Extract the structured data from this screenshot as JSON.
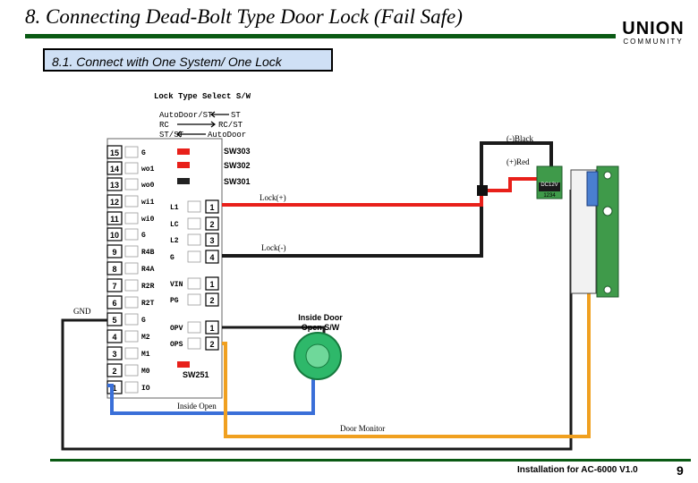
{
  "title": "8. Connecting Dead-Bolt Type Door Lock (Fail Safe)",
  "subtitle": "8.1. Connect with One System/ One Lock",
  "logo": {
    "name": "UNION",
    "sub": "COMMUNITY"
  },
  "lock_type_header": "Lock Type Select S/W",
  "switch_legend": [
    {
      "left": "AutoDoor/ST",
      "right": "ST"
    },
    {
      "left": "RC",
      "right": "RC/ST"
    },
    {
      "left": "ST/ST",
      "right": "AutoDoor"
    }
  ],
  "sw_labels": [
    "SW303",
    "SW302",
    "SW301",
    "SW251"
  ],
  "terminals_left": [
    {
      "num": "15",
      "label": "G"
    },
    {
      "num": "14",
      "label": "wo1"
    },
    {
      "num": "13",
      "label": "wo0"
    },
    {
      "num": "12",
      "label": "wi1"
    },
    {
      "num": "11",
      "label": "wi0"
    },
    {
      "num": "10",
      "label": "G"
    },
    {
      "num": "9",
      "label": "R4B"
    },
    {
      "num": "8",
      "label": "R4A"
    },
    {
      "num": "7",
      "label": "R2R"
    },
    {
      "num": "6",
      "label": "R2T"
    },
    {
      "num": "5",
      "label": "G"
    },
    {
      "num": "4",
      "label": "M2"
    },
    {
      "num": "3",
      "label": "M1"
    },
    {
      "num": "2",
      "label": "M0"
    },
    {
      "num": "1",
      "label": "IO"
    }
  ],
  "terminals_right": [
    {
      "label": "L1",
      "num": "1"
    },
    {
      "label": "LC",
      "num": "2"
    },
    {
      "label": "L2",
      "num": "3"
    },
    {
      "label": "G",
      "num": "4"
    },
    {
      "label": "VIN",
      "num": "1"
    },
    {
      "label": "PG",
      "num": "2"
    },
    {
      "label": "OPV",
      "num": "1"
    },
    {
      "label": "OPS",
      "num": "2"
    }
  ],
  "wire_labels": {
    "black_minus": "(-)Black",
    "red_plus": "(+)Red",
    "lock_plus": "Lock(+)",
    "lock_minus": "Lock(-)",
    "gnd": "GND",
    "inside_open": "Inside Open",
    "door_monitor": "Door Monitor",
    "inside_button": "Inside Door Open S/W"
  },
  "lock_block": {
    "top": "DC12V",
    "bottom": "1234"
  },
  "footer": "Installation for AC-6000 V1.0",
  "page_number": "9",
  "colors": {
    "red_wire": "#e8201a",
    "black_wire": "#1a1a1a",
    "blue_wire": "#3a6fd8",
    "orange_wire": "#f0a020",
    "button": "#2eb86a",
    "lock_body": "#3f9a4a",
    "rule": "#0a5a14"
  }
}
